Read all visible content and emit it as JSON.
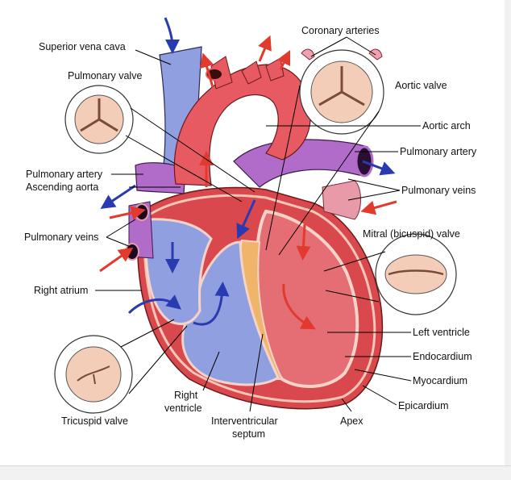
{
  "labels": {
    "superior_vena_cava": "Superior vena cava",
    "coronary_arteries": "Coronary arteries",
    "pulmonary_valve": "Pulmonary valve",
    "aortic_valve": "Aortic valve",
    "aortic_arch": "Aortic arch",
    "pulmonary_artery_right": "Pulmonary artery",
    "pulmonary_artery_left": "Pulmonary artery",
    "ascending_aorta": "Ascending aorta",
    "pulmonary_veins_right": "Pulmonary veins",
    "pulmonary_veins_left": "Pulmonary veins",
    "mitral_valve": "Mitral (bicuspid) valve",
    "right_atrium": "Right atrium",
    "left_ventricle": "Left ventricle",
    "endocardium": "Endocardium",
    "myocardium": "Myocardium",
    "epicardium": "Epicardium",
    "right_ventricle_line1": "Right",
    "right_ventricle_line2": "ventricle",
    "interventricular_line1": "Interventricular",
    "interventricular_line2": "septum",
    "apex": "Apex",
    "tricuspid_valve": "Tricuspid valve"
  },
  "colors": {
    "deoxygenated": "#8f9fe0",
    "oxygenated": "#e85a62",
    "pulmonary_vessel": "#b06cc8",
    "myocardium": "#d9484c",
    "vein_pink": "#e99aa8",
    "flow_blue": "#2a3ab0",
    "flow_red": "#e23a2e"
  },
  "icons": [
    "pulmonary-valve-icon",
    "aortic-valve-icon",
    "mitral-valve-icon",
    "tricuspid-valve-icon"
  ]
}
